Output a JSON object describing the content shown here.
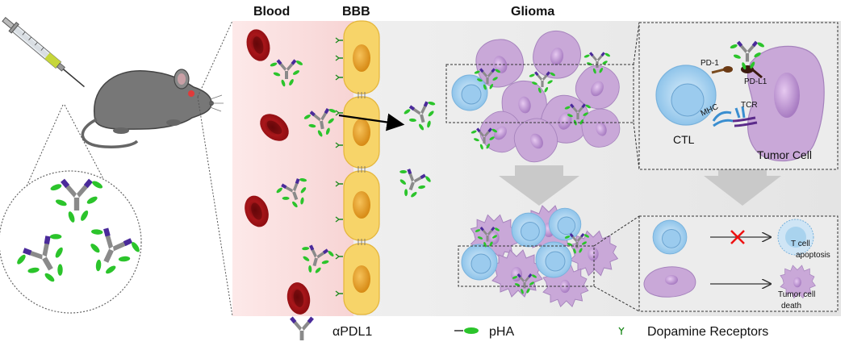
{
  "headers": {
    "blood": "Blood",
    "bbb": "BBB",
    "glioma": "Glioma"
  },
  "inset": {
    "pd1": "PD-1",
    "pdl1": "PD-L1",
    "mhc": "MHC",
    "tcr": "TCR",
    "ctl": "CTL",
    "tumor_cell": "Tumor Cell"
  },
  "outcomes": {
    "tcell_line1": "T cell",
    "tcell_line2": "apoptosis",
    "tumor_line1": "Tumor cell",
    "tumor_line2": "death"
  },
  "legend": {
    "apdl1": "αPDL1",
    "pha": "pHA",
    "receptors": "Dopamine Receptors"
  },
  "colors": {
    "rbc": "#9b0f12",
    "bbb_cell": "#f7d469",
    "nucleus": "#e9a322",
    "tumor": "#c9a8d8",
    "tcell": "#a9d3ee",
    "antibody_gray": "#8a8a8a",
    "antibody_purple": "#4a2a9a",
    "pha_green": "#2bc42b",
    "receptor_green": "#1e8a1e",
    "blood_bg": "#fbe3e3",
    "glioma_bg": "#ececec",
    "x_red": "#e11"
  }
}
